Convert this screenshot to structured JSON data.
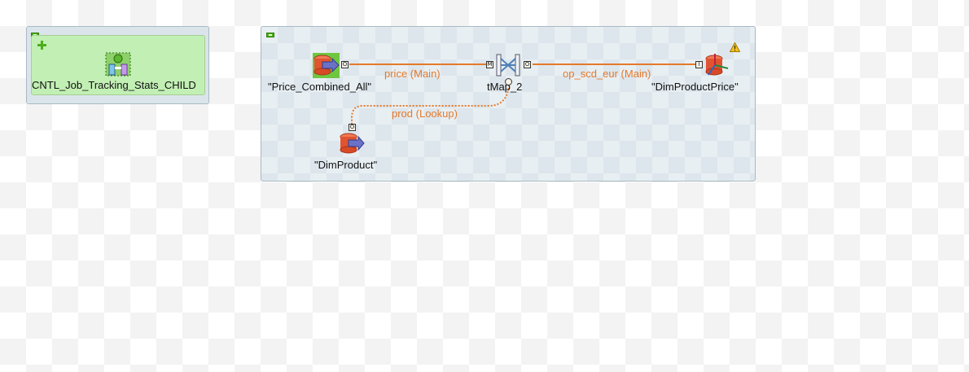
{
  "canvas": {
    "subjob_tracking": {
      "component": {
        "label": "CNTL_Job_Tracking_Stats_CHILD",
        "icon": "run-job-icon"
      }
    },
    "subjob_main": {
      "components": {
        "source": {
          "label": "\"Price_Combined_All\"",
          "icon": "db-input-icon"
        },
        "map": {
          "label": "tMap_2",
          "icon": "tmap-icon"
        },
        "target": {
          "label": "\"DimProductPrice\"",
          "icon": "scd-output-icon"
        },
        "lookup": {
          "label": "\"DimProduct\"",
          "icon": "db-input-icon"
        }
      },
      "links": {
        "main": {
          "label": "price (Main)"
        },
        "output": {
          "label": "op_scd_eur (Main)"
        },
        "lookup": {
          "label": "prod (Lookup)"
        }
      },
      "ports": {
        "source_out": "O",
        "map_in_main": "M",
        "map_out": "O",
        "target_in": "I",
        "lookup_out": "O"
      },
      "warning": {
        "icon": "warning-icon"
      }
    },
    "colors": {
      "link": "#e5792a",
      "subjob_tracking_bg": "#c2efb4",
      "subjob_main_bg": "#e8eff3"
    }
  }
}
